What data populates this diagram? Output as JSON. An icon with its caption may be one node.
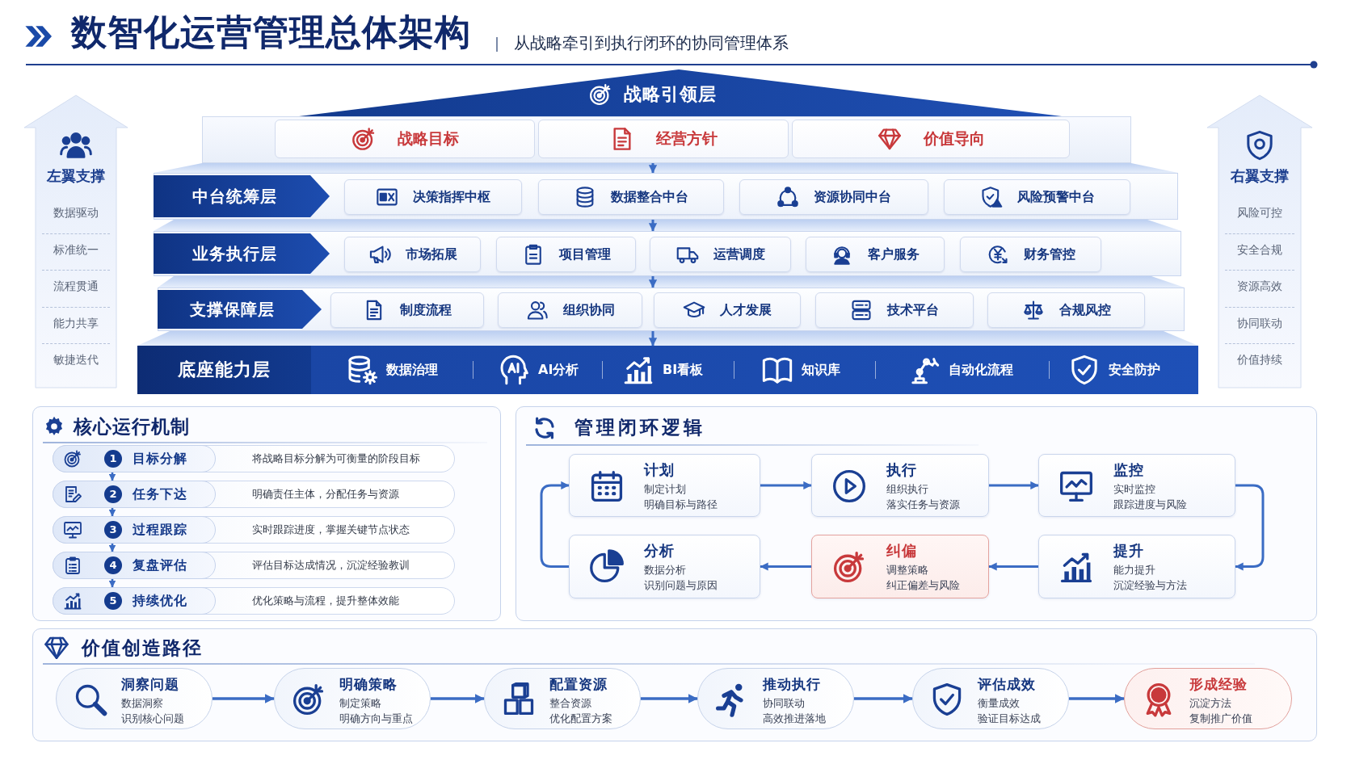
{
  "diagram": {
    "title": "数智化运营管理总体架构",
    "nodes": [
      {
        "text": [
          "左翼支撑",
          "数据驱动",
          "标准统一",
          "流程贯通",
          "能力共享",
          "敏捷迭代"
        ]
      },
      {
        "text": [
          "战略引领层"
        ]
      },
      {
        "text": [
          "战略目标"
        ],
        "in": 1
      },
      {
        "text": [
          "经营方针"
        ],
        "in": 1
      },
      {
        "text": [
          "价值导向"
        ],
        "in": 1
      },
      {
        "text": [
          "中台统筹层"
        ]
      },
      {
        "text": [
          "决策指挥中枢"
        ],
        "in": 5
      },
      {
        "text": [
          "数据整合中台"
        ],
        "in": 5
      },
      {
        "text": [
          "资源协同中台"
        ],
        "in": 5
      },
      {
        "text": [
          "风险预警中台"
        ],
        "in": 5
      },
      {
        "text": [
          "业务执行层"
        ]
      },
      {
        "text": [
          "市场拓展"
        ],
        "in": 10
      },
      {
        "text": [
          "项目管理"
        ],
        "in": 10
      },
      {
        "text": [
          "运营调度"
        ],
        "in": 10
      },
      {
        "text": [
          "客户服务"
        ],
        "in": 10
      },
      {
        "text": [
          "财务管控"
        ],
        "in": 10
      },
      {
        "text": [
          "支撑保障层"
        ]
      },
      {
        "text": [
          "制度流程"
        ],
        "in": 16
      },
      {
        "text": [
          "组织协同"
        ],
        "in": 16
      },
      {
        "text": [
          "人才发展"
        ],
        "in": 16
      },
      {
        "text": [
          "技术平台"
        ],
        "in": 16
      },
      {
        "text": [
          "合规风控"
        ],
        "in": 16
      },
      {
        "text": [
          "底座能力层",
          "数据治理",
          "AI分析",
          "BI看板",
          "知识库",
          "自动化流程",
          "安全防护"
        ]
      },
      {
        "text": [
          "右翼支撑",
          "风险可控",
          "安全合规",
          "资源高效",
          "协同联动",
          "价值持续"
        ]
      },
      {
        "text": [
          "核心运行机制"
        ]
      },
      {
        "text": [
          "1",
          "目标分解",
          "将战略目标分解为可衡量的阶段目标"
        ],
        "in": 24
      },
      {
        "text": [
          "2",
          "任务下达",
          "明确责任主体，分配任务与资源"
        ],
        "in": 24
      },
      {
        "text": [
          "3",
          "过程跟踪",
          "实时跟踪进度，掌握关键节点状态"
        ],
        "in": 24
      },
      {
        "text": [
          "4",
          "复盘评估",
          "评估目标达成情况，沉淀经验教训"
        ],
        "in": 24
      },
      {
        "text": [
          "5",
          "持续优化",
          "优化策略与流程，提升整体效能"
        ],
        "in": 24
      },
      {
        "text": [
          "管理闭环逻辑"
        ]
      },
      {
        "text": [
          "计划",
          "制定计划",
          "明确目标与路径"
        ],
        "in": 30
      },
      {
        "text": [
          "执行",
          "组织执行",
          "落实任务与资源"
        ],
        "in": 30
      },
      {
        "text": [
          "监控",
          "实时监控",
          "跟踪进度与风险"
        ],
        "in": 30
      },
      {
        "text": [
          "分析",
          "数据分析",
          "识别问题与原因"
        ],
        "in": 30
      },
      {
        "text": [
          "纠偏",
          "调整策略",
          "纠正偏差与风险"
        ],
        "in": 30
      },
      {
        "text": [
          "提升",
          "能力提升",
          "沉淀经验与方法"
        ],
        "in": 30
      },
      {
        "text": [
          "价值创造路径"
        ]
      },
      {
        "text": [
          "洞察问题",
          "数据洞察",
          "识别核心问题"
        ],
        "in": 37
      },
      {
        "text": [
          "明确策略",
          "制定策略",
          "明确方向与重点"
        ],
        "in": 37
      },
      {
        "text": [
          "配置资源",
          "整合资源",
          "优化配置方案"
        ],
        "in": 37
      },
      {
        "text": [
          "推动执行",
          "协同联动",
          "高效推进落地"
        ],
        "in": 37
      },
      {
        "text": [
          "评估成效",
          "衡量成效",
          "验证目标达成"
        ],
        "in": 37
      },
      {
        "text": [
          "形成经验",
          "沉淀方法",
          "复制推广价值"
        ],
        "in": 37
      }
    ],
    "edges": [
      {
        "from": 1,
        "to": 5,
        "arrow": "to"
      },
      {
        "from": 5,
        "to": 10,
        "arrow": "to"
      },
      {
        "from": 10,
        "to": 16,
        "arrow": "to"
      },
      {
        "from": 16,
        "to": 22,
        "arrow": "to"
      },
      {
        "from": 25,
        "to": 26,
        "arrow": "to"
      },
      {
        "from": 26,
        "to": 27,
        "arrow": "to"
      },
      {
        "from": 27,
        "to": 28,
        "arrow": "to"
      },
      {
        "from": 28,
        "to": 29,
        "arrow": "to"
      },
      {
        "from": 31,
        "to": 32,
        "arrow": "to"
      },
      {
        "from": 32,
        "to": 33,
        "arrow": "to"
      },
      {
        "from": 33,
        "to": 36,
        "arrow": "to"
      },
      {
        "from": 36,
        "to": 35,
        "arrow": "to"
      },
      {
        "from": 35,
        "to": 34,
        "arrow": "to"
      },
      {
        "from": 34,
        "to": 31,
        "arrow": "to"
      },
      {
        "from": 38,
        "to": 39,
        "arrow": "to"
      },
      {
        "from": 39,
        "to": 40,
        "arrow": "to"
      },
      {
        "from": 40,
        "to": 41,
        "arrow": "to"
      },
      {
        "from": 41,
        "to": 42,
        "arrow": "to"
      },
      {
        "from": 42,
        "to": 43,
        "arrow": "to"
      }
    ],
    "labels": [
      "从战略牵引到执行闭环的协同管理体系"
    ]
  }
}
